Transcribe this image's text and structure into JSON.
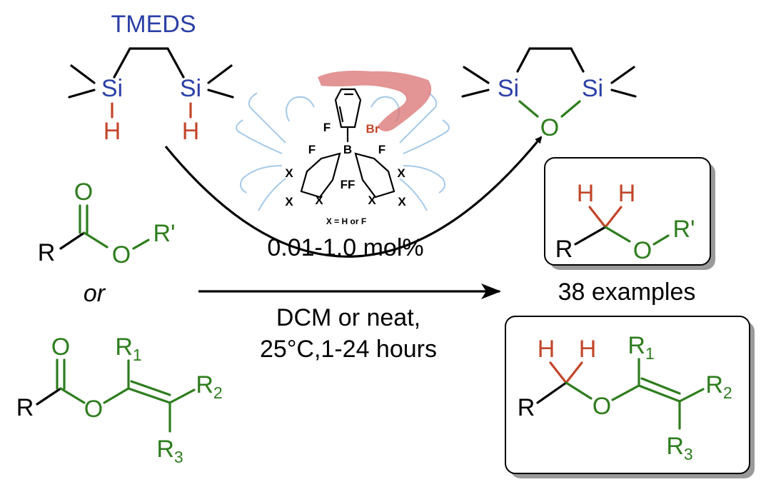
{
  "colors": {
    "silicon_blue": "#2b3fa6",
    "hydrogen_red": "#c2462a",
    "ester_green": "#2e7d1e",
    "crab_red": "#d97070",
    "crab_blue": "#9cc4e6",
    "box_shadow": "#9a9a9a"
  },
  "reagent": {
    "name": "TMEDS",
    "si": "Si",
    "h": "H"
  },
  "product_siloxane": {
    "si": "Si",
    "o": "O"
  },
  "catalyst": {
    "f": "F",
    "br": "Br",
    "b": "B",
    "x": "X",
    "ff": "FF",
    "legend": "X = H or F",
    "loading": "0.01-1.0 mol%"
  },
  "substrates": {
    "r": "R",
    "o": "O",
    "r_prime": "R'",
    "or_text": "or",
    "r_sym": "R",
    "sub1": "1",
    "sub2": "2",
    "sub3": "3"
  },
  "conditions": {
    "line1": "DCM or neat,",
    "line2": "25°C,1-24 hours"
  },
  "products": {
    "examples": "38 examples",
    "h": "H",
    "r": "R",
    "o": "O",
    "r_prime": "R'"
  }
}
